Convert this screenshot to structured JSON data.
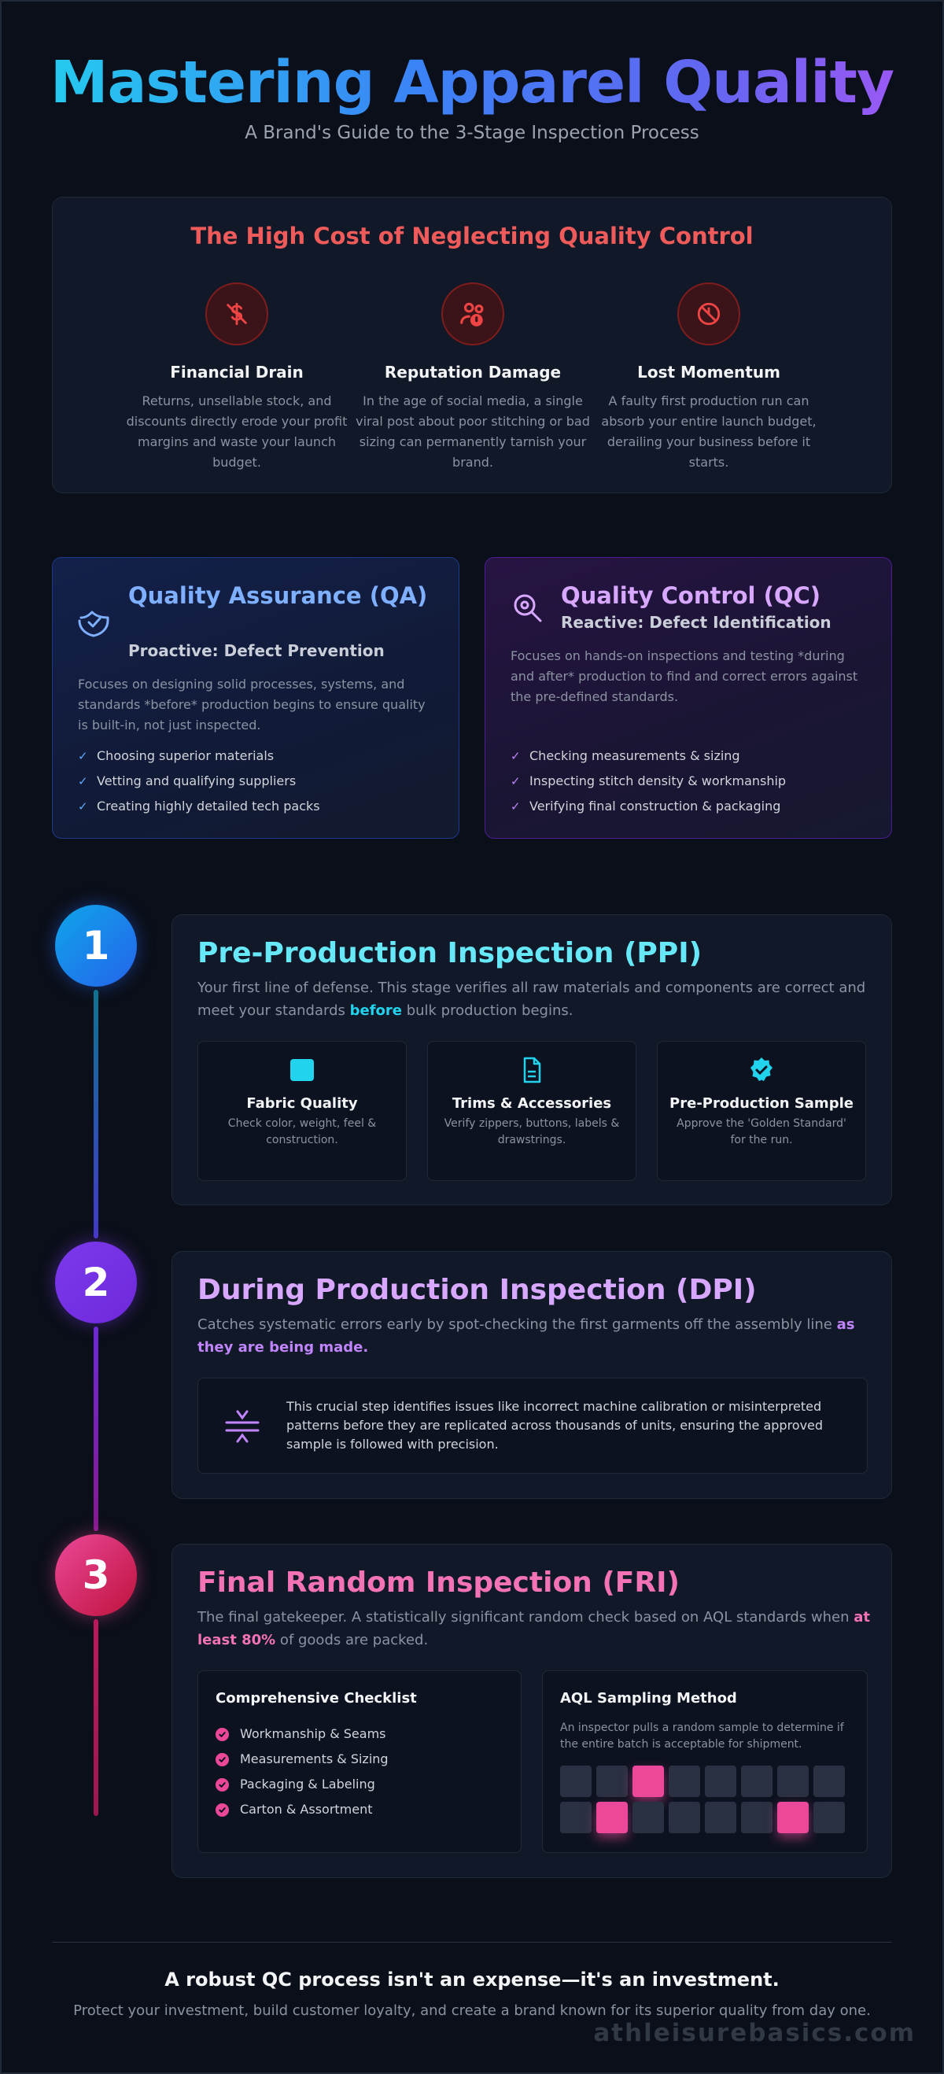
{
  "header": {
    "title": "Mastering Apparel Quality",
    "subtitle": "A Brand's Guide to the 3-Stage Inspection Process"
  },
  "cost": {
    "title": "The High Cost of Neglecting Quality Control",
    "items": [
      {
        "icon": "money-off-icon",
        "title": "Financial Drain",
        "text": "Returns, unsellable stock, and discounts directly erode your profit margins and waste your launch budget."
      },
      {
        "icon": "people-alert-icon",
        "title": "Reputation Damage",
        "text": "In the age of social media, a single viral post about poor stitching or bad sizing can permanently tarnish your brand."
      },
      {
        "icon": "gauge-blocked-icon",
        "title": "Lost Momentum",
        "text": "A faulty first production run can absorb your entire launch budget, derailing your business before it starts."
      }
    ]
  },
  "qa": {
    "title": "Quality Assurance (QA)",
    "subtitle": "Proactive: Defect Prevention",
    "description": "Focuses on designing solid processes, systems, and standards *before* production begins to ensure quality is built-in, not just inspected.",
    "items": [
      "Choosing superior materials",
      "Vetting and qualifying suppliers",
      "Creating highly detailed tech packs"
    ]
  },
  "qc": {
    "title": "Quality Control (QC)",
    "subtitle": "Reactive: Defect Identification",
    "description": "Focuses on hands-on inspections and testing *during and after* production to find and correct errors against the pre-defined standards.",
    "items": [
      "Checking measurements & sizing",
      "Inspecting stitch density & workmanship",
      "Verifying final construction & packaging"
    ]
  },
  "stages": {
    "ppi": {
      "number": "1",
      "title": "Pre-Production Inspection (PPI)",
      "desc_before": "Your first line of defense. This stage verifies all raw materials and components are correct and meet your standards ",
      "desc_highlight": "before",
      "desc_after": " bulk production begins.",
      "cards": [
        {
          "title": "Fabric Quality",
          "text": "Check color, weight, feel & construction."
        },
        {
          "title": "Trims & Accessories",
          "text": "Verify zippers, buttons, labels & drawstrings."
        },
        {
          "title": "Pre-Production Sample",
          "text": "Approve the 'Golden Standard' for the run."
        }
      ]
    },
    "dpi": {
      "number": "2",
      "title": "During Production Inspection (DPI)",
      "desc_before": "Catches systematic errors early by spot-checking the first garments off the assembly line ",
      "desc_highlight": "as they are being made.",
      "box_text": "This crucial step identifies issues like incorrect machine calibration or misinterpreted patterns before they are replicated across thousands of units, ensuring the approved sample is followed with precision."
    },
    "fri": {
      "number": "3",
      "title": "Final Random Inspection (FRI)",
      "desc_before": "The final gatekeeper. A statistically significant random check based on AQL standards when ",
      "desc_highlight": "at least 80%",
      "desc_after": " of goods are packed.",
      "checklist_title": "Comprehensive Checklist",
      "checklist": [
        "Workmanship & Seams",
        "Measurements & Sizing",
        "Packaging & Labeling",
        "Carton & Assortment"
      ],
      "aql_title": "AQL Sampling Method",
      "aql_text": "An inspector pulls a random sample to determine if the entire batch is acceptable for shipment.",
      "aql_grid": [
        0,
        0,
        1,
        0,
        0,
        0,
        0,
        0,
        0,
        1,
        0,
        0,
        0,
        0,
        1,
        0
      ]
    }
  },
  "footer": {
    "title": "A robust QC process isn't an expense—it's an investment.",
    "text": "Protect your investment, build customer loyalty, and create a brand known for its superior quality from day one.",
    "watermark": "athleisurebasics.com"
  },
  "colors": {
    "background": "#0b0f19",
    "danger": "#ef5b5b",
    "qa_accent": "#7fb0ff",
    "qc_accent": "#d8a7ff",
    "ppi_accent": "#22d3ee",
    "dpi_accent": "#c084fc",
    "fri_accent": "#ec4899"
  }
}
